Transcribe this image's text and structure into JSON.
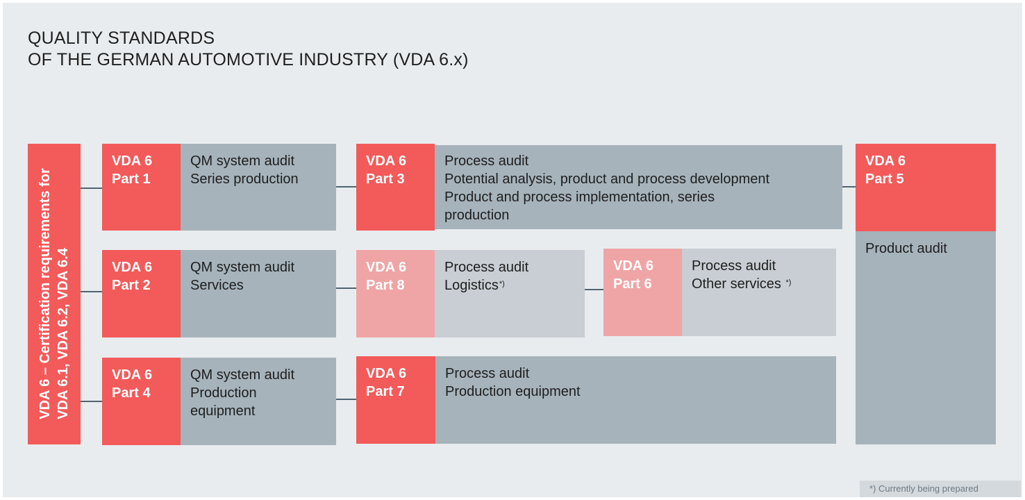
{
  "title": {
    "line1": "QUALITY STANDARDS",
    "line2": "OF THE GERMAN AUTOMOTIVE INDUSTRY (VDA 6.x)"
  },
  "vertical_bar": {
    "line1": "VDA 6 – Certification requirements for",
    "line2": "VDA 6.1, VDA 6.2, VDA 6.4"
  },
  "parts": {
    "p1": {
      "code1": "VDA 6",
      "code2": "Part 1",
      "desc": [
        "QM system audit",
        "Series production"
      ]
    },
    "p2": {
      "code1": "VDA 6",
      "code2": "Part 2",
      "desc": [
        "QM system audit",
        "Services"
      ]
    },
    "p4": {
      "code1": "VDA 6",
      "code2": "Part 4",
      "desc": [
        "QM system audit",
        "Production",
        "equipment"
      ]
    },
    "p3": {
      "code1": "VDA 6",
      "code2": "Part 3",
      "desc": [
        "Process audit",
        "Potential analysis, product and process development",
        "Product and process implementation, series production"
      ]
    },
    "p8": {
      "code1": "VDA 6",
      "code2": "Part 8",
      "desc": [
        "Process audit",
        "Logistics"
      ],
      "marker": "*)"
    },
    "p6": {
      "code1": "VDA 6",
      "code2": "Part 6",
      "desc": [
        "Process audit",
        "Other services"
      ],
      "marker": "*)"
    },
    "p7": {
      "code1": "VDA 6",
      "code2": "Part 7",
      "desc": [
        "Process audit",
        "Production equipment"
      ]
    },
    "p5": {
      "code1": "VDA 6",
      "code2": "Part 5",
      "desc": [
        "Product audit"
      ]
    }
  },
  "footnote": "*) Currently being prepared",
  "colors": {
    "red": "#f35a5a",
    "red_light": "#efa5a5",
    "gray": "#a6b3bb",
    "gray_light": "#c8ced3",
    "background": "#e9ecef",
    "connector": "#4e6370"
  }
}
